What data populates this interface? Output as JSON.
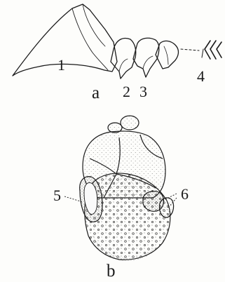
{
  "figure": {
    "part_a": {
      "panel_label": "a",
      "labels": [
        "1",
        "2",
        "3",
        "4"
      ]
    },
    "part_b": {
      "panel_label": "b",
      "labels": [
        "5",
        "6"
      ]
    }
  }
}
